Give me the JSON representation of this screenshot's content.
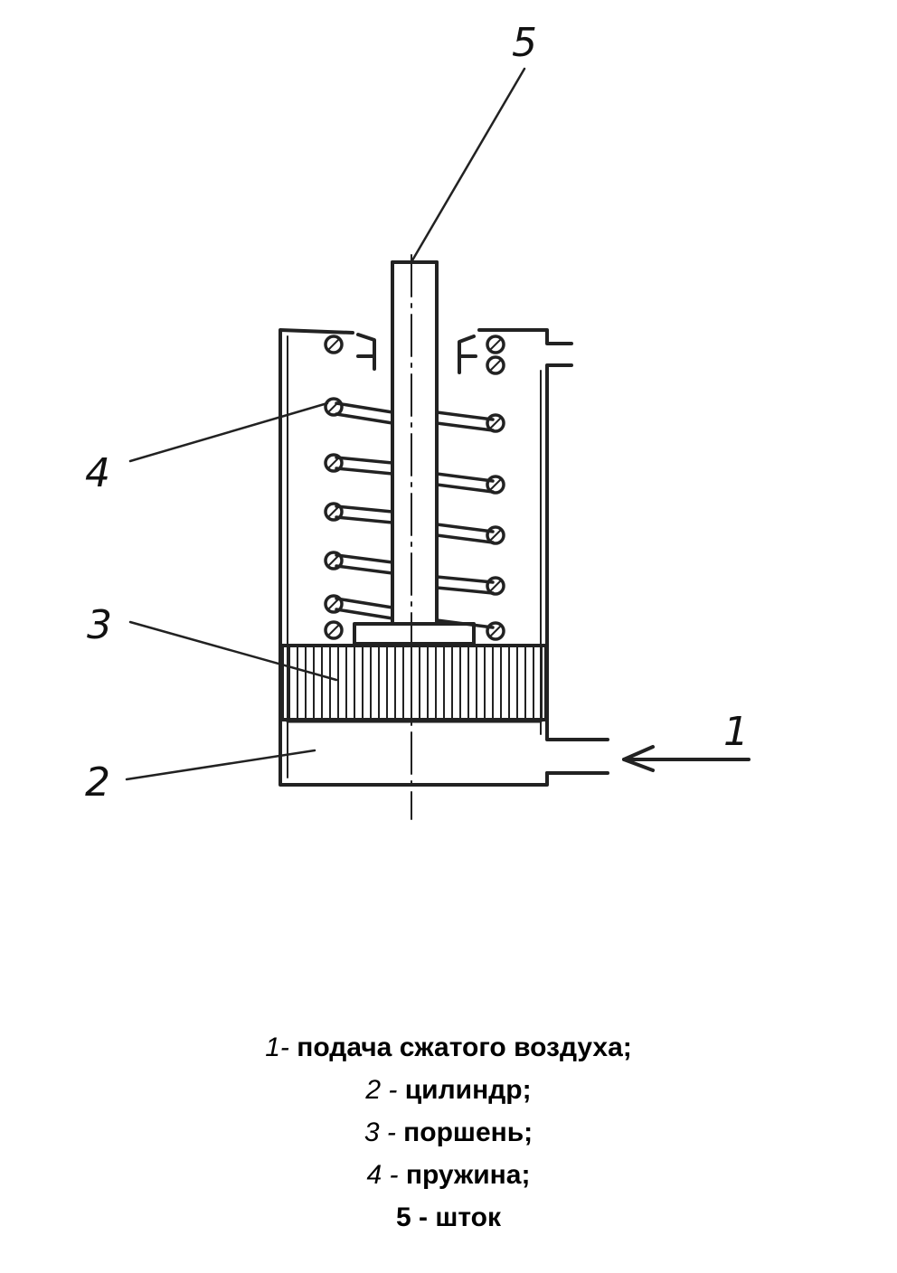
{
  "callouts": {
    "c1": "1",
    "c2": "2",
    "c3": "3",
    "c4": "4",
    "c5": "5"
  },
  "legend": [
    {
      "num": "1-",
      "text": " подача сжатого воздуха;"
    },
    {
      "num": "2 -",
      "text": " цилиндр;"
    },
    {
      "num": "3 -",
      "text": " поршень;"
    },
    {
      "num": "4 -",
      "text": " пружина;"
    },
    {
      "num": "5 -",
      "text": " шток"
    }
  ],
  "colors": {
    "ink": "#222222",
    "background": "#ffffff"
  }
}
